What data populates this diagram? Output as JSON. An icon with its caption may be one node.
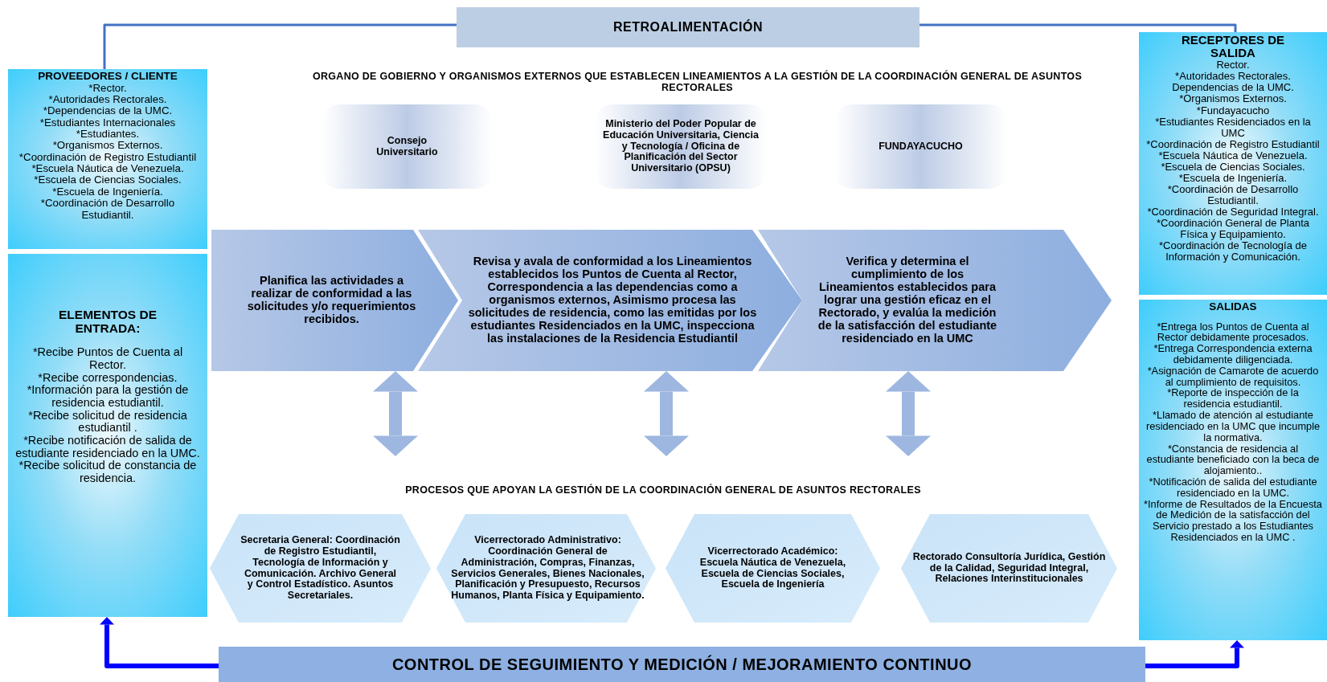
{
  "diagram": {
    "nodes": [
      {
        "text": [
          "RETROALIMENTACIÓN"
        ]
      },
      {
        "text": [
          "PROVEEDORES / CLIENTE",
          "*Rector.",
          "*Autoridades Rectorales.",
          "*Dependencias de la UMC.",
          "*Estudiantes Internacionales",
          "*Estudiantes.",
          "*Organismos Externos.",
          "*Coordinación de Registro Estudiantil",
          "*Escuela Náutica de Venezuela.",
          "*Escuela de Ciencias Sociales.",
          "*Escuela de Ingeniería.",
          "*Coordinación de Desarrollo Estudiantil."
        ]
      },
      {
        "text": [
          "ELEMENTOS DE ENTRADA:",
          "*Recibe Puntos de Cuenta al Rector.",
          "*Recibe correspondencias.",
          "*Información para la gestión de residencia estudiantil.",
          "*Recibe solicitud de residencia estudiantil .",
          "*Recibe notificación de salida de estudiante residenciado en la UMC.",
          "*Recibe solicitud de constancia de residencia."
        ]
      },
      {
        "text": [
          "RECEPTORES DE SALIDA",
          "Rector.",
          "*Autoridades Rectorales.",
          "Dependencias de la UMC.",
          "*Organismos Externos.",
          "*Fundayacucho",
          "*Estudiantes Residenciados en la UMC",
          "*Coordinación de Registro Estudiantil",
          "*Escuela Náutica de Venezuela.",
          "*Escuela de Ciencias Sociales.",
          "*Escuela de Ingeniería.",
          "*Coordinación de Desarrollo Estudiantil.",
          "*Coordinación de Seguridad Integral.",
          "*Coordinación General de Planta Física y Equipamiento.",
          "*Coordinación de Tecnología de Información y Comunicación."
        ]
      },
      {
        "text": [
          "SALIDAS",
          "*Entrega los Puntos de Cuenta al Rector debidamente procesados.",
          "*Entrega Correspondencia externa debidamente diligenciada.",
          "*Asignación de Camarote de acuerdo al cumplimiento de requisitos.",
          "*Reporte de inspección de la residencia estudiantil.",
          "*Llamado de atención al estudiante residenciado en la UMC que incumple la normativa.",
          "*Constancia de residencia al estudiante beneficiado con la beca de alojamiento..",
          "*Notificación de salida del estudiante residenciado en la UMC.",
          "*Informe de Resultados de la Encuesta de Medición de la satisfacción del Servicio prestado a los Estudiantes Residenciados en la UMC ."
        ]
      },
      {
        "text": [
          "Consejo Universitario"
        ]
      },
      {
        "text": [
          "Ministerio del Poder Popular de Educación Universitaria, Ciencia y Tecnología / Oficina de Planificación del Sector Universitario (OPSU)"
        ]
      },
      {
        "text": [
          "FUNDAYACUCHO"
        ]
      },
      {
        "text": [
          "Planifica las actividades a realizar de conformidad a las solicitudes y/o requerimientos recibidos."
        ]
      },
      {
        "text": [
          "Revisa y avala de conformidad a los Lineamientos establecidos los Puntos de Cuenta al Rector, Correspondencia a las dependencias como a organismos externos, Asimismo procesa las solicitudes de residencia, como las emitidas por los estudiantes Residenciados en la UMC, inspecciona las instalaciones de la Residencia Estudiantil"
        ]
      },
      {
        "text": [
          "Verifica y determina el cumplimiento de los Lineamientos establecidos para lograr una gestión eficaz en el Rectorado, y evalúa la medición de la satisfacción del estudiante residenciado en la UMC"
        ]
      },
      {
        "text": [
          "Secretaria General: Coordinación de Registro Estudiantil, Tecnología de Información y Comunicación. Archivo General y Control Estadístico. Asuntos Secretariales."
        ]
      },
      {
        "text": [
          "Vicerrectorado Administrativo: Coordinación General de Administración, Compras, Finanzas, Servicios Generales, Bienes Nacionales, Planificación y Presupuesto, Recursos Humanos, Planta Física y Equipamiento."
        ]
      },
      {
        "text": [
          "Vicerrectorado Académico: Escuela Náutica de Venezuela, Escuela de Ciencias Sociales, Escuela de Ingeniería"
        ]
      },
      {
        "text": [
          "Rectorado Consultoría Jurídica, Gestión de la Calidad, Seguridad Integral, Relaciones Interinstitucionales"
        ]
      },
      {
        "text": [
          "CONTROL DE SEGUIMIENTO Y MEDICIÓN / MEJORAMIENTO CONTINUO"
        ]
      }
    ],
    "edges": [
      {
        "from": 1,
        "to": 0,
        "arrow": "none",
        "color": "#4472c4"
      },
      {
        "from": 0,
        "to": 3,
        "arrow": "none",
        "color": "#4472c4"
      },
      {
        "from": 8,
        "to": null,
        "arrow": "both",
        "style": "thick",
        "color": "#9db7e0"
      },
      {
        "from": 9,
        "to": null,
        "arrow": "both",
        "style": "thick",
        "color": "#9db7e0"
      },
      {
        "from": 10,
        "to": null,
        "arrow": "both",
        "style": "thick",
        "color": "#9db7e0"
      },
      {
        "from": 15,
        "to": 2,
        "arrow": "to",
        "color": "#0000ff"
      },
      {
        "from": 15,
        "to": 4,
        "arrow": "to",
        "color": "#0000ff"
      }
    ],
    "labels": [
      "ORGANO DE GOBIERNO Y ORGANISMOS EXTERNOS QUE ESTABLECEN LINEAMIENTOS A LA GESTIÓN DE LA COORDINACIÓN GENERAL DE ASUNTOS RECTORALES",
      "PROCESOS QUE APOYAN LA GESTIÓN  DE LA COORDINACIÓN GENERAL DE ASUNTOS RECTORALES"
    ]
  }
}
